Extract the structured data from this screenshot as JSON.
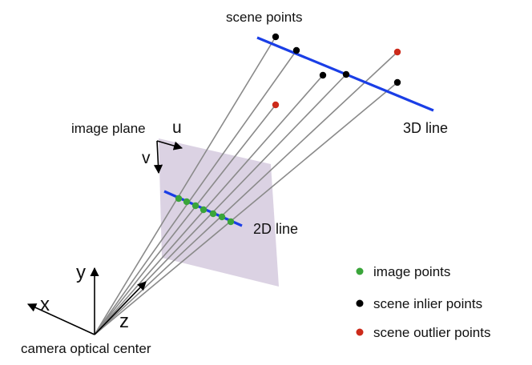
{
  "labels": {
    "scene_points": "scene points",
    "line_3d": "3D line",
    "image_plane": "image plane",
    "axis_u": "u",
    "axis_v": "v",
    "line_2d": "2D line",
    "axis_y": "y",
    "axis_x": "x",
    "axis_z": "z",
    "camera_center": "camera optical center"
  },
  "legend": [
    {
      "label": "image points",
      "color": "#3aa53a"
    },
    {
      "label": "scene inlier points",
      "color": "#000000"
    },
    {
      "label": "scene outlier points",
      "color": "#cc2a1a"
    }
  ],
  "colors": {
    "line": "#1a3ee6",
    "ray": "#8a8a8a",
    "plane": "#d7cde0",
    "image_point": "#3aa53a",
    "inlier": "#000000",
    "outlier": "#cc2a1a"
  }
}
